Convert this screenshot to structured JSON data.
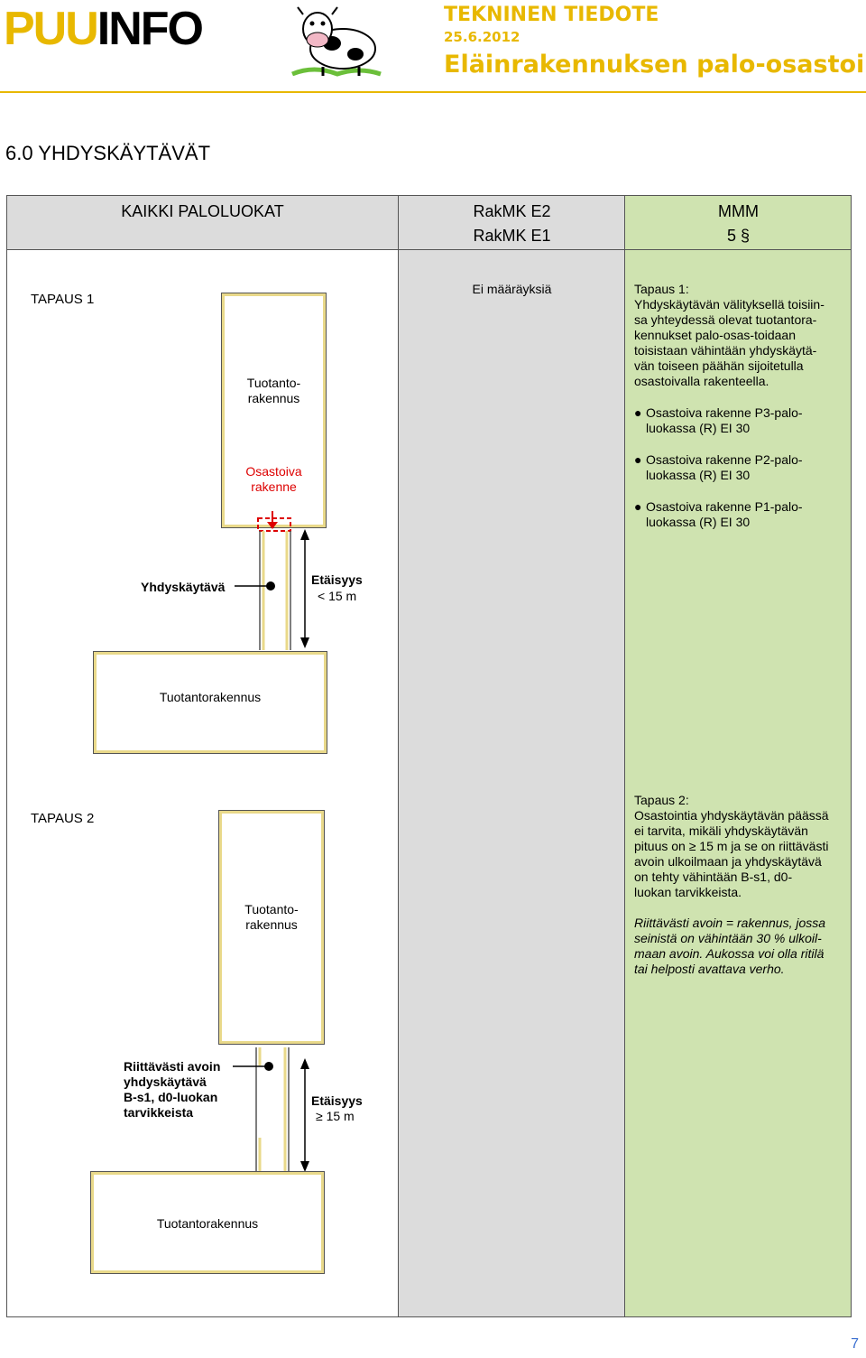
{
  "header": {
    "logo_part1": "PUU",
    "logo_part2": "INFO",
    "doc_type": "TEKNINEN TIEDOTE",
    "date": "25.6.2012",
    "title": "Eläinrakennuksen palo-osastointi",
    "brand_color": "#e8b800"
  },
  "section_title": "6.0 YHDYSKÄYTÄVÄT",
  "table": {
    "col1_header": "KAIKKI PALOLUOKAT",
    "col2_header_line1": "RakMK E2",
    "col2_header_line2": "RakMK E1",
    "col3_header_line1": "MMM",
    "col3_header_line2": "5 §",
    "col2_body": "Ei määräyksiä"
  },
  "case1": {
    "label": "TAPAUS 1",
    "building_top": "Tuotanto-\nrakennus",
    "separator_label": "Osastoiva\nrakenne",
    "corridor_label": "Yhdyskäytävä",
    "distance_label": "Etäisyys",
    "distance_value": "< 15 m",
    "building_bottom": "Tuotantorakennus",
    "title": "Tapaus 1:",
    "text": "Yhdyskäytävän välityksellä toisiin-\nsa yhteydessä olevat tuotantora-\nkennukset palo-osas-toidaan\ntoisistaan vähintään yhdyskäytä-\nvän toiseen päähän sijoitetulla\nosastoivalla rakenteella.",
    "bullets": [
      "Osastoiva rakenne P3-palo-\nluokassa (R) EI 30",
      "Osastoiva rakenne P2-palo-\nluokassa (R) EI 30",
      "Osastoiva rakenne P1-palo-\nluokassa (R) EI 30"
    ]
  },
  "case2": {
    "label": "TAPAUS 2",
    "building_top": "Tuotanto-\nrakennus",
    "corridor_label": "Riittävästi avoin\nyhdyskäytävä\nB-s1, d0-luokan\ntarvikkeista",
    "distance_label": "Etäisyys",
    "distance_value": "≥ 15 m",
    "building_bottom": "Tuotantorakennus",
    "title": "Tapaus 2:",
    "text": "Osastointia yhdyskäytävän päässä\nei tarvita, mikäli yhdyskäytävän\npituus on ≥ 15 m ja se on riittävästi\navoin ulkoilmaan ja yhdyskäytävä\non  tehty vähintään B-s1, d0-\nluokan tarvikkeista.",
    "note": "Riittävästi avoin = rakennus, jossa\nseinistä on vähintään 30 % ulkoil-\nmaan avoin. Aukossa voi olla ritilä\ntai helposti avattava verho."
  },
  "page_number": "7"
}
